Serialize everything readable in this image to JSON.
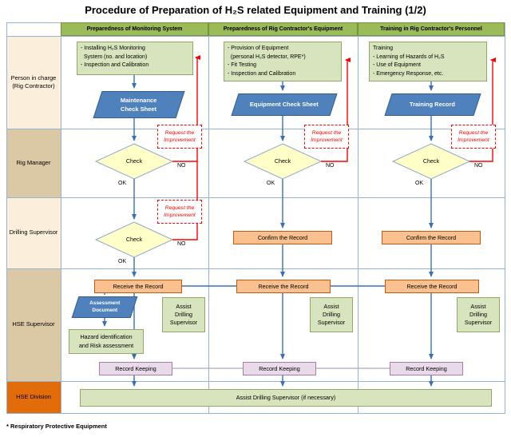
{
  "title": "Procedure of Preparation of H₂S related Equipment and Training (1/2)",
  "footnote": "* Respiratory Protective Equipment",
  "columns": [
    {
      "header": "Preparedness of Monitoring System"
    },
    {
      "header": "Preparedness of Rig Contractor's Equipment"
    },
    {
      "header": "Training in Rig Contractor's Personnel"
    }
  ],
  "rows": [
    {
      "label": "Person in charge\n(Rig Contractor)"
    },
    {
      "label": "Rig Manager"
    },
    {
      "label": "Drilling Supervisor"
    },
    {
      "label": "HSE Supervisor"
    },
    {
      "label": "HSE Division"
    }
  ],
  "col1": {
    "note": "- Installing H₂S Monitoring\n  System (no. and location)\n- Inspection and Calibration",
    "doc": "Maintenance\nCheck Sheet",
    "receive": "Receive the Record",
    "assessment": "Assessment\nDocument",
    "hazard": "Hazard identification\nand Risk assessment",
    "assist": "Assist\nDrilling\nSupervisor",
    "record": "Record Keeping"
  },
  "col2": {
    "note": "- Provision of Equipment\n  (personal H₂S detector, RPE*)\n- Fit Testing\n- Inspection and Calibration",
    "doc": "Equipment Check Sheet",
    "confirm": "Confirm the Record",
    "receive": "Receive the Record",
    "assist": "Assist\nDrilling\nSupervisor",
    "record": "Record Keeping"
  },
  "col3": {
    "note": "Training\n- Learning of Hazards of H₂S\n- Use of Equipment\n- Emergency Response, etc.",
    "doc": "Training Record",
    "confirm": "Confirm the Record",
    "receive": "Receive the Record",
    "assist": "Assist\nDrilling\nSupervisor",
    "record": "Record Keeping"
  },
  "shared": {
    "check": "Check",
    "ok": "OK",
    "no": "NO",
    "request": "Request the\nImprovement",
    "hse_assist": "Assist Drilling Supervisor (if necessary)"
  },
  "colors": {
    "header_green": "#9BBB59",
    "note_green": "#D7E4BD",
    "doc_blue": "#4F81BD",
    "diamond_yellow": "#FFFFC8",
    "record_orange": "#FAC090",
    "keeping_pink": "#E9DAEA",
    "row_tan": "#DBC8A4",
    "row_cream": "#FBEEDA",
    "hse_orange": "#E36C0A",
    "flow_blue": "#3A6FB7",
    "flow_red": "#FF0000"
  }
}
